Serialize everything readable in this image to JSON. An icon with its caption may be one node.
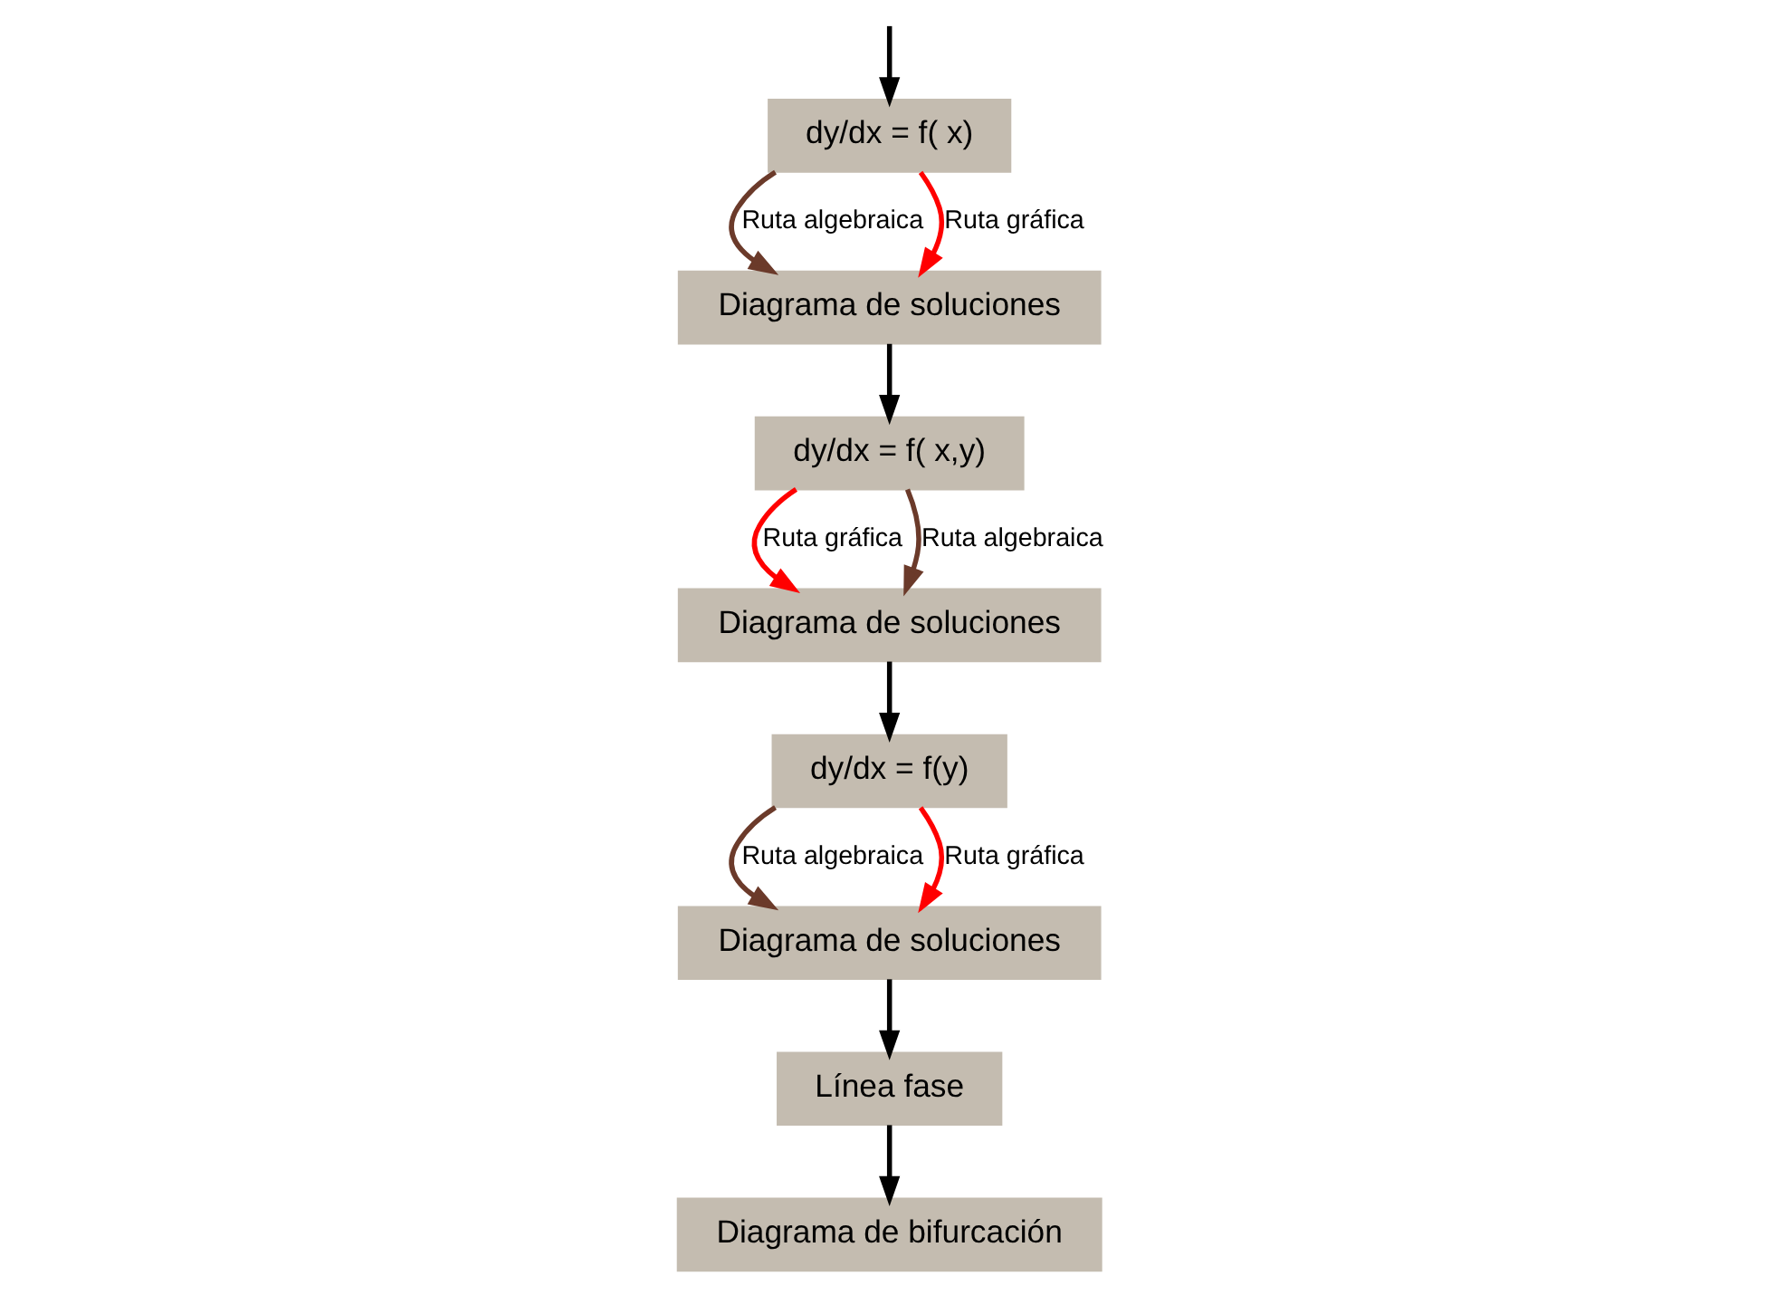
{
  "diagram": {
    "nodes": [
      {
        "text": [
          "dy/dx = f( x)"
        ]
      },
      {
        "text": [
          "Diagrama de soluciones"
        ]
      },
      {
        "text": [
          "dy/dx = f( x,y)"
        ]
      },
      {
        "text": [
          "Diagrama de soluciones"
        ]
      },
      {
        "text": [
          "dy/dx = f(y)"
        ]
      },
      {
        "text": [
          "Diagrama de soluciones"
        ]
      },
      {
        "text": [
          "Línea fase"
        ]
      },
      {
        "text": [
          "Diagrama de bifurcación"
        ]
      }
    ],
    "edges": [
      {
        "from": null,
        "to": 0,
        "arrow": "to"
      },
      {
        "from": 0,
        "to": 1,
        "arrow": "to",
        "label": "Ruta algebraica",
        "color": "#6b3a2a"
      },
      {
        "from": 0,
        "to": 1,
        "arrow": "to",
        "label": "Ruta gráfica",
        "color": "#ff0000"
      },
      {
        "from": 1,
        "to": 2,
        "arrow": "to"
      },
      {
        "from": 2,
        "to": 3,
        "arrow": "to",
        "label": "Ruta gráfica",
        "color": "#ff0000"
      },
      {
        "from": 2,
        "to": 3,
        "arrow": "to",
        "label": "Ruta algebraica",
        "color": "#6b3a2a"
      },
      {
        "from": 3,
        "to": 4,
        "arrow": "to"
      },
      {
        "from": 4,
        "to": 5,
        "arrow": "to",
        "label": "Ruta algebraica",
        "color": "#6b3a2a"
      },
      {
        "from": 4,
        "to": 5,
        "arrow": "to",
        "label": "Ruta gráfica",
        "color": "#ff0000"
      },
      {
        "from": 5,
        "to": 6,
        "arrow": "to"
      },
      {
        "from": 6,
        "to": 7,
        "arrow": "to"
      }
    ]
  }
}
